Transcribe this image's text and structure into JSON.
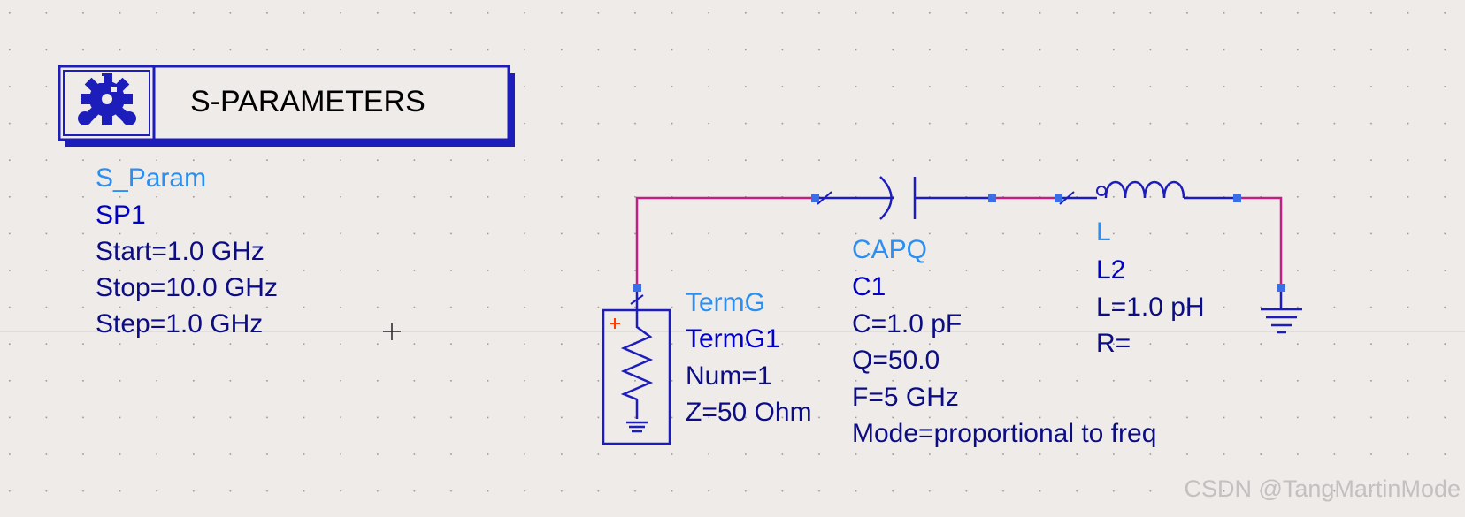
{
  "colors": {
    "background": "#eeebe9",
    "grid_dot": "#9a9a9a",
    "wire": "#c01f84",
    "component": "#1d1dbc",
    "pin": "#3a6ee6",
    "type_text": "#2a8ff0",
    "name_text": "#0000c8",
    "param_text": "#0c0c84",
    "plus_sign": "#ff3b00"
  },
  "sparam_block": {
    "banner_title": "S-PARAMETERS",
    "icon": "gear-cluster-icon",
    "type": "S_Param",
    "name": "SP1",
    "params": [
      "Start=1.0 GHz",
      "Stop=10.0 GHz",
      "Step=1.0 GHz"
    ]
  },
  "termg": {
    "type": "TermG",
    "name": "TermG1",
    "params": [
      "Num=1",
      "Z=50 Ohm"
    ]
  },
  "capq": {
    "type": "CAPQ",
    "name": "C1",
    "params": [
      "C=1.0 pF",
      "Q=50.0",
      "F=5 GHz",
      "Mode=proportional to freq"
    ]
  },
  "inductor": {
    "type": "L",
    "name": "L2",
    "params": [
      "L=1.0 pH",
      "R="
    ]
  },
  "watermark": "CSDN @TangMartinMode"
}
